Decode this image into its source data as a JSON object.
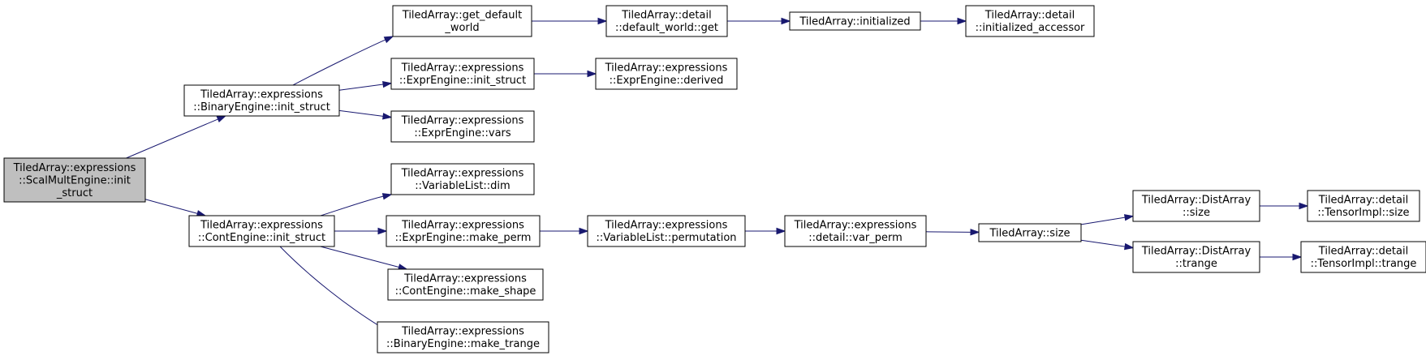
{
  "nodes": [
    {
      "id": "scalmult",
      "name": "node-scalmultengine-init-struct",
      "root": true,
      "lines": [
        "TiledArray::expressions",
        "::ScalMultEngine::init",
        "_struct"
      ]
    },
    {
      "id": "binary_init",
      "name": "node-binaryengine-init-struct",
      "lines": [
        "TiledArray::expressions",
        "::BinaryEngine::init_struct"
      ]
    },
    {
      "id": "cont_init",
      "name": "node-contengine-init-struct",
      "lines": [
        "TiledArray::expressions",
        "::ContEngine::init_struct"
      ]
    },
    {
      "id": "get_default",
      "name": "node-get-default-world",
      "lines": [
        "TiledArray::get_default",
        "_world"
      ]
    },
    {
      "id": "expr_init",
      "name": "node-exprengine-init-struct",
      "lines": [
        "TiledArray::expressions",
        "::ExprEngine::init_struct"
      ]
    },
    {
      "id": "vars",
      "name": "node-exprengine-vars",
      "lines": [
        "TiledArray::expressions",
        "::ExprEngine::vars"
      ]
    },
    {
      "id": "dim",
      "name": "node-variablelist-dim",
      "lines": [
        "TiledArray::expressions",
        "::VariableList::dim"
      ]
    },
    {
      "id": "make_perm",
      "name": "node-exprengine-make-perm",
      "lines": [
        "TiledArray::expressions",
        "::ExprEngine::make_perm"
      ]
    },
    {
      "id": "make_shape",
      "name": "node-contengine-make-shape",
      "lines": [
        "TiledArray::expressions",
        "::ContEngine::make_shape"
      ]
    },
    {
      "id": "make_trange",
      "name": "node-binaryengine-make-trange",
      "lines": [
        "TiledArray::expressions",
        "::BinaryEngine::make_trange"
      ]
    },
    {
      "id": "default_get",
      "name": "node-detail-default-world-get",
      "lines": [
        "TiledArray::detail",
        "::default_world::get"
      ]
    },
    {
      "id": "derived",
      "name": "node-exprengine-derived",
      "lines": [
        "TiledArray::expressions",
        "::ExprEngine::derived"
      ]
    },
    {
      "id": "permutation",
      "name": "node-variablelist-permutation",
      "lines": [
        "TiledArray::expressions",
        "::VariableList::permutation"
      ]
    },
    {
      "id": "initialized",
      "name": "node-initialized",
      "lines": [
        "TiledArray::initialized"
      ]
    },
    {
      "id": "var_perm",
      "name": "node-detail-var-perm",
      "lines": [
        "TiledArray::expressions",
        "::detail::var_perm"
      ]
    },
    {
      "id": "init_access",
      "name": "node-detail-initialized-accessor",
      "lines": [
        "TiledArray::detail",
        "::initialized_accessor"
      ]
    },
    {
      "id": "size",
      "name": "node-size",
      "lines": [
        "TiledArray::size"
      ]
    },
    {
      "id": "dist_size",
      "name": "node-distarray-size",
      "lines": [
        "TiledArray::DistArray",
        "::size"
      ]
    },
    {
      "id": "dist_trange",
      "name": "node-distarray-trange",
      "lines": [
        "TiledArray::DistArray",
        "::trange"
      ]
    },
    {
      "id": "timpl_size",
      "name": "node-tensorimpl-size",
      "lines": [
        "TiledArray::detail",
        "::TensorImpl::size"
      ]
    },
    {
      "id": "timpl_trange",
      "name": "node-tensorimpl-trange",
      "lines": [
        "TiledArray::detail",
        "::TensorImpl::trange"
      ]
    }
  ],
  "edges": [
    {
      "from": "scalmult",
      "to": "binary_init"
    },
    {
      "from": "scalmult",
      "to": "cont_init"
    },
    {
      "from": "binary_init",
      "to": "get_default"
    },
    {
      "from": "binary_init",
      "to": "expr_init"
    },
    {
      "from": "binary_init",
      "to": "vars"
    },
    {
      "from": "cont_init",
      "to": "dim"
    },
    {
      "from": "cont_init",
      "to": "make_perm"
    },
    {
      "from": "cont_init",
      "to": "make_shape"
    },
    {
      "from": "cont_init",
      "to": "make_trange"
    },
    {
      "from": "get_default",
      "to": "default_get"
    },
    {
      "from": "expr_init",
      "to": "derived"
    },
    {
      "from": "make_perm",
      "to": "permutation"
    },
    {
      "from": "default_get",
      "to": "initialized"
    },
    {
      "from": "permutation",
      "to": "var_perm"
    },
    {
      "from": "initialized",
      "to": "init_access"
    },
    {
      "from": "var_perm",
      "to": "size"
    },
    {
      "from": "size",
      "to": "dist_size"
    },
    {
      "from": "size",
      "to": "dist_trange"
    },
    {
      "from": "dist_size",
      "to": "timpl_size"
    },
    {
      "from": "dist_trange",
      "to": "timpl_trange"
    }
  ],
  "colors": {
    "edge": "#191970",
    "root_fill": "#bfbfbf",
    "node_fill": "#ffffff",
    "node_stroke": "#000000"
  }
}
